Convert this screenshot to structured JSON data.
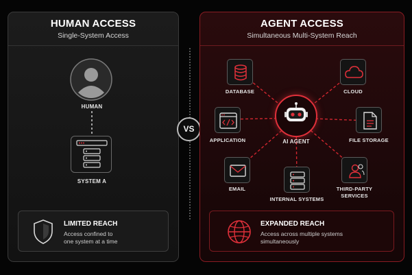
{
  "human_panel": {
    "title": "HUMAN ACCESS",
    "subtitle": "Single-System Access",
    "human_label": "HUMAN",
    "system_label": "SYSTEM A",
    "reach_title": "LIMITED REACH",
    "reach_desc_1": "Access confined to",
    "reach_desc_2": "one system at a time"
  },
  "vs_label": "VS",
  "agent_panel": {
    "title": "AGENT ACCESS",
    "subtitle": "Simultaneous Multi-System Reach",
    "agent_label": "AI AGENT",
    "nodes": {
      "database": "DATABASE",
      "cloud": "CLOUD",
      "application": "APPLICATION",
      "file_storage": "FILE STORAGE",
      "email": "EMAIL",
      "internal_systems": "INTERNAL SYSTEMS",
      "third_party_1": "THIRD-PARTY",
      "third_party_2": "SERVICES"
    },
    "reach_title": "EXPANDED REACH",
    "reach_desc_1": "Access across multiple systems",
    "reach_desc_2": "simultaneously"
  },
  "colors": {
    "accent_red": "#e0303a",
    "line_red": "#d0262f",
    "human_line": "#cfcfcf"
  },
  "icons": [
    "user-icon",
    "server-icon",
    "shield-icon",
    "database-icon",
    "cloud-icon",
    "code-window-icon",
    "file-icon",
    "email-icon",
    "users-icon",
    "robot-icon",
    "globe-icon"
  ]
}
